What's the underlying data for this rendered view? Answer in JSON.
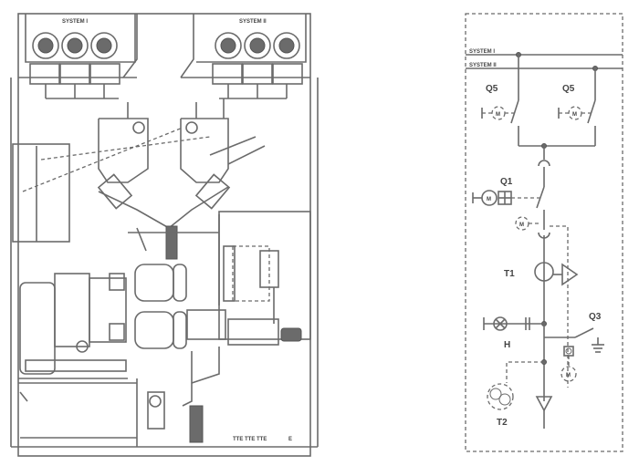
{
  "drawing": {
    "busbar_label_left_1": "SYSTEM I",
    "busbar_label_right_1": "SYSTEM II",
    "bottom_marking": "TTE TTE TTE"
  },
  "schematic": {
    "bus1": "SYSTEM I",
    "bus2": "SYSTEM II",
    "q5_left": "Q5",
    "q5_right": "Q5",
    "q1": "Q1",
    "t1": "T1",
    "h": "H",
    "q3": "Q3",
    "t2": "T2",
    "motor_symbol": "M"
  }
}
